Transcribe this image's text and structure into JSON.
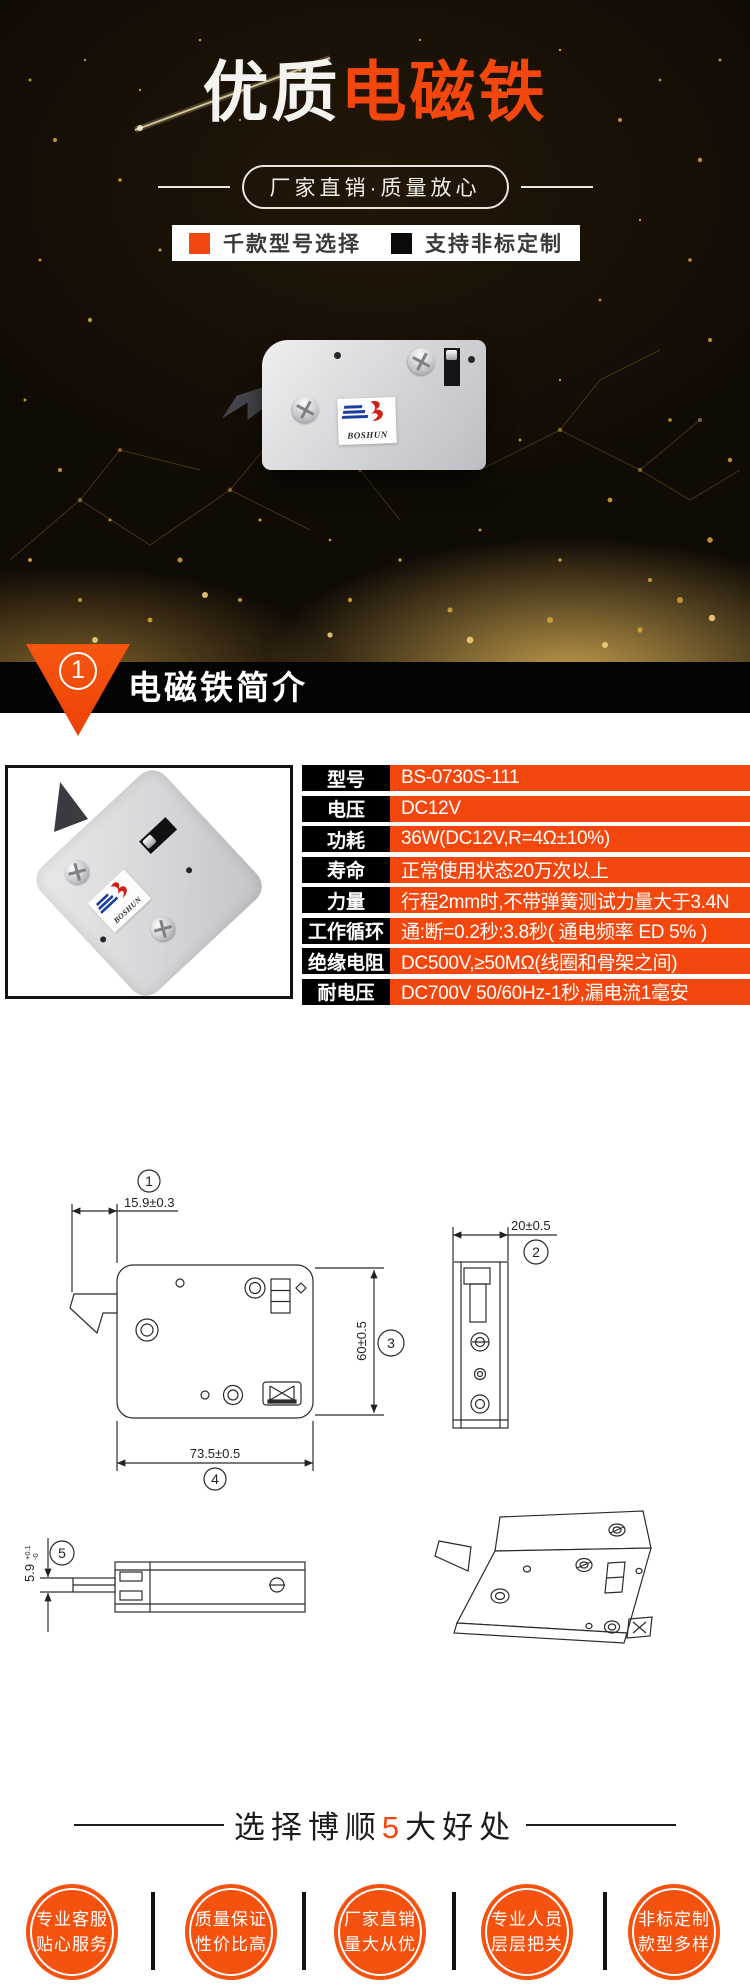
{
  "brand": "BOSHUN",
  "hero": {
    "title_white": "优质",
    "title_orange": "电磁铁",
    "subtitle": "厂家直销·质量放心",
    "badges": [
      {
        "label": "千款型号选择"
      },
      {
        "label": "支持非标定制"
      }
    ]
  },
  "section": {
    "number": "1",
    "title": "电磁铁简介"
  },
  "spec_table": {
    "rows": [
      {
        "label": "型号",
        "value": "BS-0730S-111"
      },
      {
        "label": "电压",
        "value": "DC12V"
      },
      {
        "label": "功耗",
        "value": "36W(DC12V,R=4Ω±10%)"
      },
      {
        "label": "寿命",
        "value": "正常使用状态20万次以上"
      },
      {
        "label": "力量",
        "value": "行程2mm时,不带弹簧测试力量大于3.4N"
      },
      {
        "label": "工作循环",
        "value": "通:断=0.2秒:3.8秒( 通电频率 ED 5% )"
      },
      {
        "label": "绝缘电阻",
        "value": "DC500V,≥50MΩ(线圈和骨架之间)"
      },
      {
        "label": "耐电压",
        "value": "DC700V 50/60Hz-1秒,漏电流1毫安"
      }
    ]
  },
  "drawings": {
    "callouts": [
      "1",
      "2",
      "3",
      "4",
      "5"
    ],
    "dims": {
      "d1": "15.9±0.3",
      "d2": "20±0.5",
      "d3": "60±0.5",
      "d4": "73.5±0.5",
      "d5_main": "5.9",
      "d5_sup": "+0.1",
      "d5_sub": "-0"
    }
  },
  "benefits": {
    "title_pre": "选择博顺",
    "title_num": "5",
    "title_post": "大好处",
    "items": [
      {
        "line1": "专业客服",
        "line2": "贴心服务"
      },
      {
        "line1": "质量保证",
        "line2": "性价比高"
      },
      {
        "line1": "厂家直销",
        "line2": "量大从优"
      },
      {
        "line1": "专业人员",
        "line2": "层层把关"
      },
      {
        "line1": "非标定制",
        "line2": "款型多样"
      }
    ]
  },
  "colors": {
    "accent": "#f4470e",
    "gold": "#d9a83f",
    "black": "#000000"
  }
}
